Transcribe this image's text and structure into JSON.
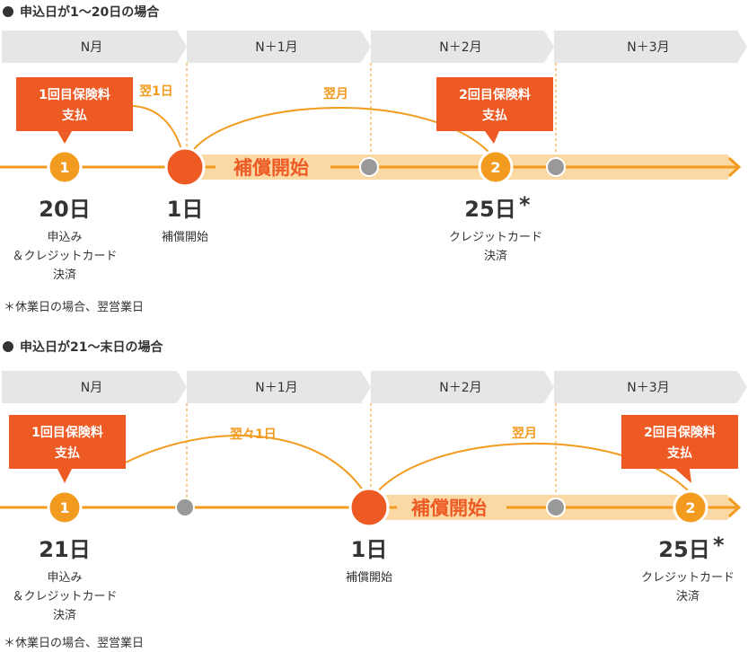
{
  "colors": {
    "orange": "#f39b1f",
    "red_orange": "#ee5a24",
    "band": "#fbd9a5",
    "month_bar": "#e6e6e6",
    "gray_dot": "#999999",
    "month_divider": "#f39b1f"
  },
  "section1": {
    "heading": "申込日が1～20日の場合",
    "months": [
      "N月",
      "N＋1月",
      "N＋2月",
      "N＋3月"
    ],
    "callout1_line1": "1回目保険料",
    "callout1_line2": "支払",
    "callout2_line1": "2回目保険料",
    "callout2_line2": "支払",
    "arc1_label": "翌1日",
    "arc2_label": "翌月",
    "band_label": "補償開始",
    "marker1": "1",
    "marker2": "2",
    "point1_day": "20日",
    "point1_desc": [
      "申込み",
      "＆クレジットカード",
      "決済"
    ],
    "point2_day": "1日",
    "point2_desc": [
      "補償開始"
    ],
    "point3_day": "25日",
    "point3_star": "*",
    "point3_desc": [
      "クレジットカード",
      "決済"
    ],
    "note": "＊休業日の場合、翌営業日"
  },
  "section2": {
    "heading": "申込日が21～末日の場合",
    "months": [
      "N月",
      "N＋1月",
      "N＋2月",
      "N＋3月"
    ],
    "callout1_line1": "1回目保険料",
    "callout1_line2": "支払",
    "callout2_line1": "2回目保険料",
    "callout2_line2": "支払",
    "arc1_label": "翌々1日",
    "arc2_label": "翌月",
    "band_label": "補償開始",
    "marker1": "1",
    "marker2": "2",
    "point1_day": "21日",
    "point1_desc": [
      "申込み",
      "＆クレジットカード",
      "決済"
    ],
    "point2_day": "1日",
    "point2_desc": [
      "補償開始"
    ],
    "point3_day": "25日",
    "point3_star": "*",
    "point3_desc": [
      "クレジットカード",
      "決済"
    ],
    "note": "＊休業日の場合、翌営業日"
  }
}
